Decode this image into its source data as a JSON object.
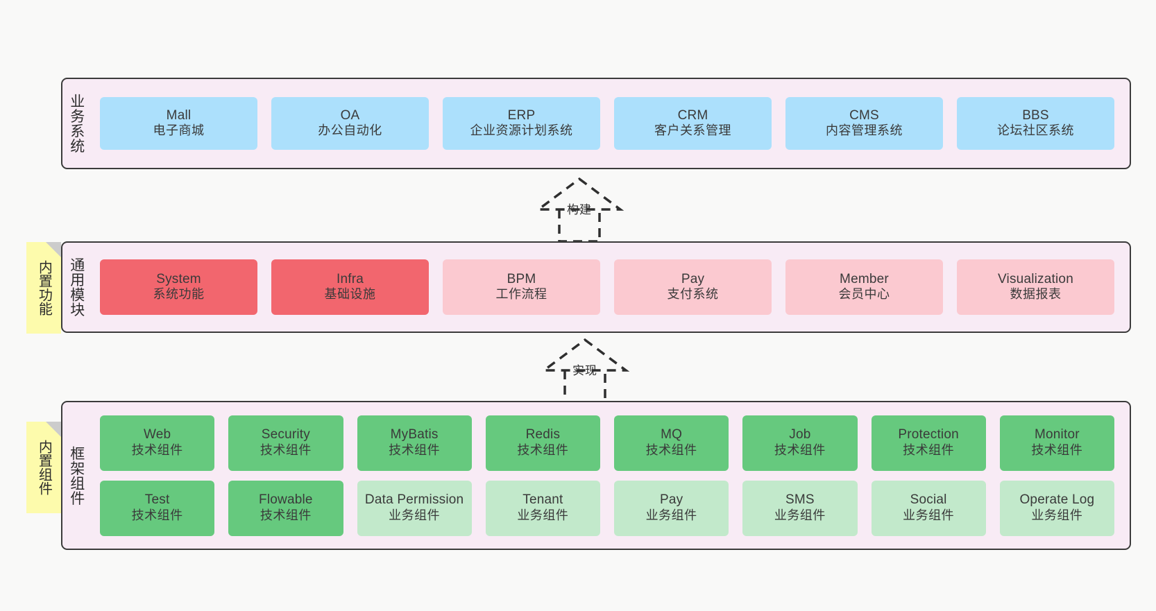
{
  "diagram": {
    "background_color": "#f9f9f8",
    "panel_background": "#f8ebf5",
    "panel_border": "#3b3b3b"
  },
  "rows": {
    "business": {
      "label": "业务系统",
      "card_color": "#ace0fc",
      "cards": [
        {
          "title": "Mall",
          "sub": "电子商城"
        },
        {
          "title": "OA",
          "sub": "办公自动化"
        },
        {
          "title": "ERP",
          "sub": "企业资源计划系统"
        },
        {
          "title": "CRM",
          "sub": "客户关系管理"
        },
        {
          "title": "CMS",
          "sub": "内容管理系统"
        },
        {
          "title": "BBS",
          "sub": "论坛社区系统"
        }
      ]
    },
    "modules": {
      "label": "通用模块",
      "note": "内置功能",
      "note_color": "#fdfbac",
      "card_color_primary": "#f2666e",
      "card_color_secondary": "#fbc9d0",
      "cards": [
        {
          "title": "System",
          "sub": "系统功能",
          "variant": "c-red"
        },
        {
          "title": "Infra",
          "sub": "基础设施",
          "variant": "c-red"
        },
        {
          "title": "BPM",
          "sub": "工作流程",
          "variant": "c-pink"
        },
        {
          "title": "Pay",
          "sub": "支付系统",
          "variant": "c-pink"
        },
        {
          "title": "Member",
          "sub": "会员中心",
          "variant": "c-pink"
        },
        {
          "title": "Visualization",
          "sub": "数据报表",
          "variant": "c-pink"
        }
      ]
    },
    "framework": {
      "label": "框架组件",
      "note": "内置组件",
      "note_color": "#fdfbac",
      "card_color_primary": "#66c97e",
      "card_color_secondary": "#c2e9cb",
      "row_top": [
        {
          "title": "Web",
          "sub": "技术组件",
          "variant": "c-green"
        },
        {
          "title": "Security",
          "sub": "技术组件",
          "variant": "c-green"
        },
        {
          "title": "MyBatis",
          "sub": "技术组件",
          "variant": "c-green"
        },
        {
          "title": "Redis",
          "sub": "技术组件",
          "variant": "c-green"
        },
        {
          "title": "MQ",
          "sub": "技术组件",
          "variant": "c-green"
        },
        {
          "title": "Job",
          "sub": "技术组件",
          "variant": "c-green"
        },
        {
          "title": "Protection",
          "sub": "技术组件",
          "variant": "c-green"
        },
        {
          "title": "Monitor",
          "sub": "技术组件",
          "variant": "c-green"
        }
      ],
      "row_bottom": [
        {
          "title": "Test",
          "sub": "技术组件",
          "variant": "c-green"
        },
        {
          "title": "Flowable",
          "sub": "技术组件",
          "variant": "c-green"
        },
        {
          "title": "Data Permission",
          "sub": "业务组件",
          "variant": "c-lgreen"
        },
        {
          "title": "Tenant",
          "sub": "业务组件",
          "variant": "c-lgreen"
        },
        {
          "title": "Pay",
          "sub": "业务组件",
          "variant": "c-lgreen"
        },
        {
          "title": "SMS",
          "sub": "业务组件",
          "variant": "c-lgreen"
        },
        {
          "title": "Social",
          "sub": "业务组件",
          "variant": "c-lgreen"
        },
        {
          "title": "Operate Log",
          "sub": "业务组件",
          "variant": "c-lgreen"
        }
      ]
    }
  },
  "connectors": [
    {
      "label": "构建",
      "style": "dashed-generalization",
      "direction": "up"
    },
    {
      "label": "实现",
      "style": "dashed-generalization",
      "direction": "up"
    }
  ]
}
